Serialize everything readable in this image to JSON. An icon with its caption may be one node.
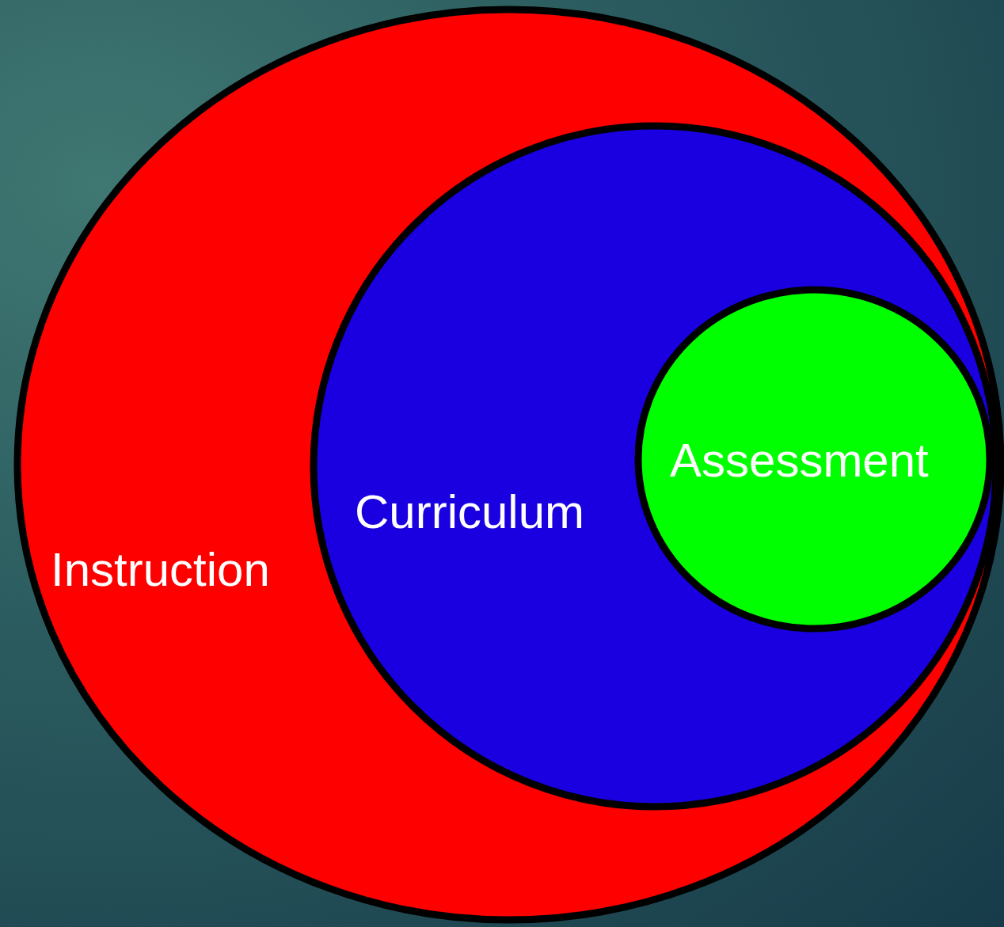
{
  "diagram": {
    "nodes": [
      {
        "text": [
          "Instruction"
        ]
      },
      {
        "text": [
          "Curriculum"
        ],
        "in": 0
      },
      {
        "text": [
          "Assessment"
        ],
        "in": 1
      }
    ]
  }
}
